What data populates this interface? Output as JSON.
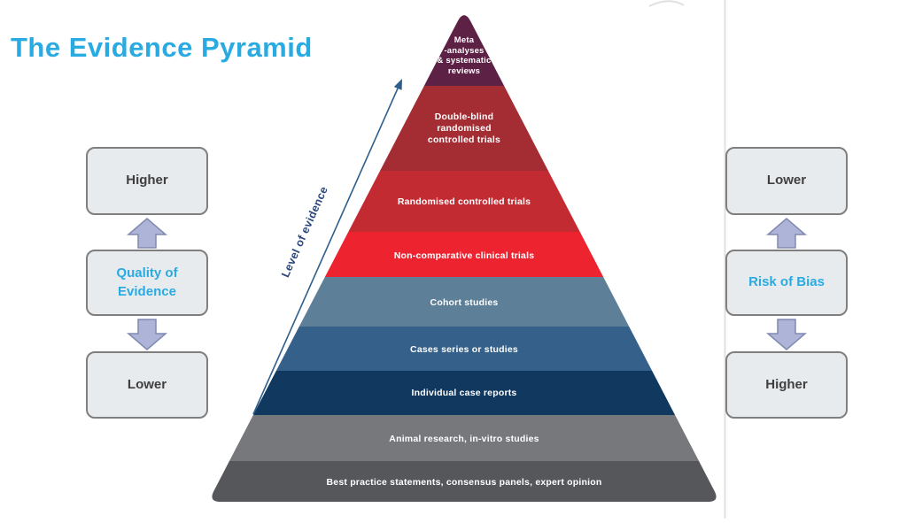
{
  "title": "The Evidence Pyramid",
  "pyramid": {
    "axis_label": "Level of evidence",
    "levels": [
      {
        "label": "Meta\n-analyses\n& systematic\nreviews",
        "color": "#5E2146"
      },
      {
        "label": "Double-blind\nrandomised\ncontrolled trials",
        "color": "#A42D34"
      },
      {
        "label": "Randomised controlled trials",
        "color": "#C32B33"
      },
      {
        "label": "Non-comparative clinical trials",
        "color": "#EE2330"
      },
      {
        "label": "Cohort studies",
        "color": "#5E7F98"
      },
      {
        "label": "Cases series or studies",
        "color": "#346089"
      },
      {
        "label": "Individual case reports",
        "color": "#11385E"
      },
      {
        "label": "Animal research, in-vitro studies",
        "color": "#77787C"
      },
      {
        "label": "Best practice statements, consensus panels, expert opinion",
        "color": "#55575B"
      }
    ]
  },
  "left_panel": {
    "top": "Higher",
    "middle": "Quality of\nEvidence",
    "bottom": "Lower"
  },
  "right_panel": {
    "top": "Lower",
    "middle": "Risk of Bias",
    "bottom": "Higher"
  },
  "colors": {
    "accent": "#29ABE2",
    "level-text": "#FFFFFF",
    "box-bg": "#E8EBEE",
    "box-border": "#7F7F7F",
    "box-text": "#3F3F3F",
    "arrow-fill": "#AEB4D8",
    "arrow-stroke": "#8089AF",
    "axis-line": "#2E5F8C",
    "axis-text": "#2A467C",
    "divider": "#E0E0E0"
  }
}
